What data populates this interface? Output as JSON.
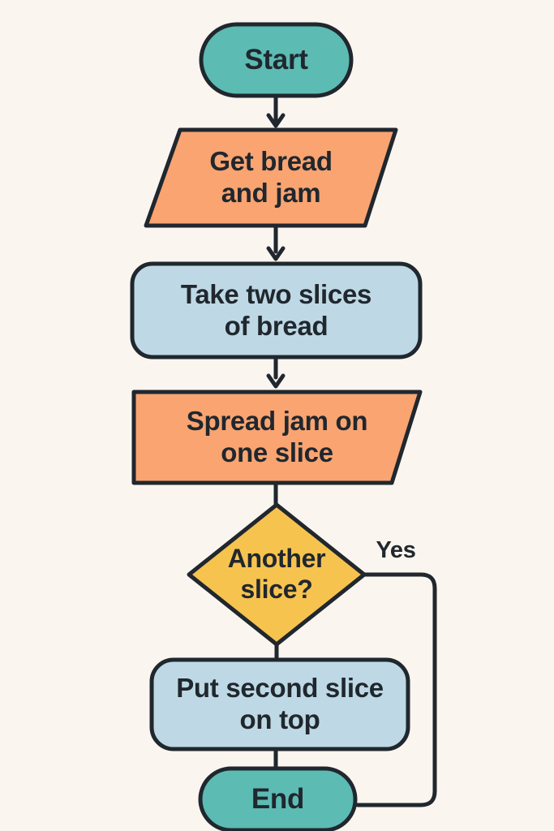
{
  "flowchart": {
    "background_color": "#FBF5EF",
    "stroke_color": "#20272E",
    "text_color": "#20272E",
    "nodes": {
      "start": {
        "label": "Start",
        "shape": "terminator",
        "fill": "#5CBBB3"
      },
      "get_bread_and_jam": {
        "label": "Get bread\nand jam",
        "shape": "parallelogram",
        "fill": "#F9A471"
      },
      "take_two_slices": {
        "label": "Take two slices\nof bread",
        "shape": "rounded-rectangle",
        "fill": "#BED9E5"
      },
      "spread_jam": {
        "label": "Spread jam on\none slice",
        "shape": "parallelogram",
        "fill": "#F9A471"
      },
      "another_slice": {
        "label": "Another\nslice?",
        "shape": "diamond",
        "fill": "#F7C34F"
      },
      "put_second_slice": {
        "label": "Put second slice\non top",
        "shape": "rounded-rectangle",
        "fill": "#BED9E5"
      },
      "end": {
        "label": "End",
        "shape": "terminator",
        "fill": "#5CBBB3"
      }
    },
    "edges": [
      {
        "from": "start",
        "to": "get_bread_and_jam",
        "style": "arrow"
      },
      {
        "from": "get_bread_and_jam",
        "to": "take_two_slices",
        "style": "arrow"
      },
      {
        "from": "take_two_slices",
        "to": "spread_jam",
        "style": "arrow"
      },
      {
        "from": "spread_jam",
        "to": "another_slice",
        "style": "line"
      },
      {
        "from": "another_slice",
        "to": "put_second_slice",
        "style": "line"
      },
      {
        "from": "another_slice",
        "to": "end",
        "style": "line",
        "label": "Yes"
      },
      {
        "from": "put_second_slice",
        "to": "end",
        "style": "line"
      }
    ]
  }
}
